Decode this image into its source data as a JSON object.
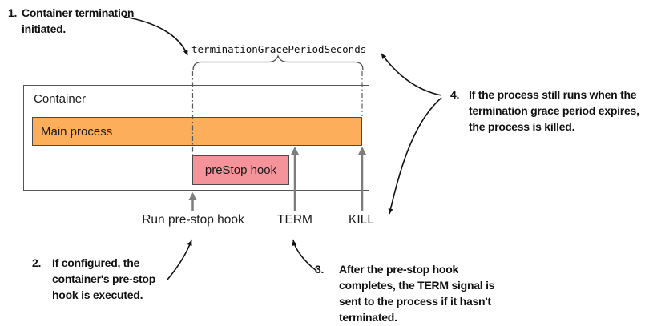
{
  "diagram": {
    "grace_period_label": "terminationGracePeriodSeconds",
    "container_label": "Container",
    "main_process_label": "Main process",
    "prestop_hook_label": "preStop hook",
    "timeline": {
      "run_prestop": "Run pre-stop hook",
      "term": "TERM",
      "kill": "KILL"
    }
  },
  "steps": [
    {
      "number": "1.",
      "lines": [
        "Container termination",
        "initiated."
      ]
    },
    {
      "number": "2.",
      "lines": [
        "If configured, the",
        "container's pre-stop",
        "hook is executed."
      ]
    },
    {
      "number": "3.",
      "lines": [
        "After the pre-stop hook",
        "completes, the TERM signal is",
        "sent to the process if it hasn't",
        "terminated."
      ]
    },
    {
      "number": "4.",
      "lines": [
        "If the process still runs when the",
        "termination grace period expires,",
        "the process is killed."
      ]
    }
  ],
  "colors": {
    "main_process_fill": "#FCAE5A",
    "prestop_fill": "#F5939A",
    "bar_border": "#4A4A4A",
    "container_border": "#555555",
    "timeline_arrow_gray": "#7D7D7D",
    "annotation_arrow_black": "#111111"
  }
}
